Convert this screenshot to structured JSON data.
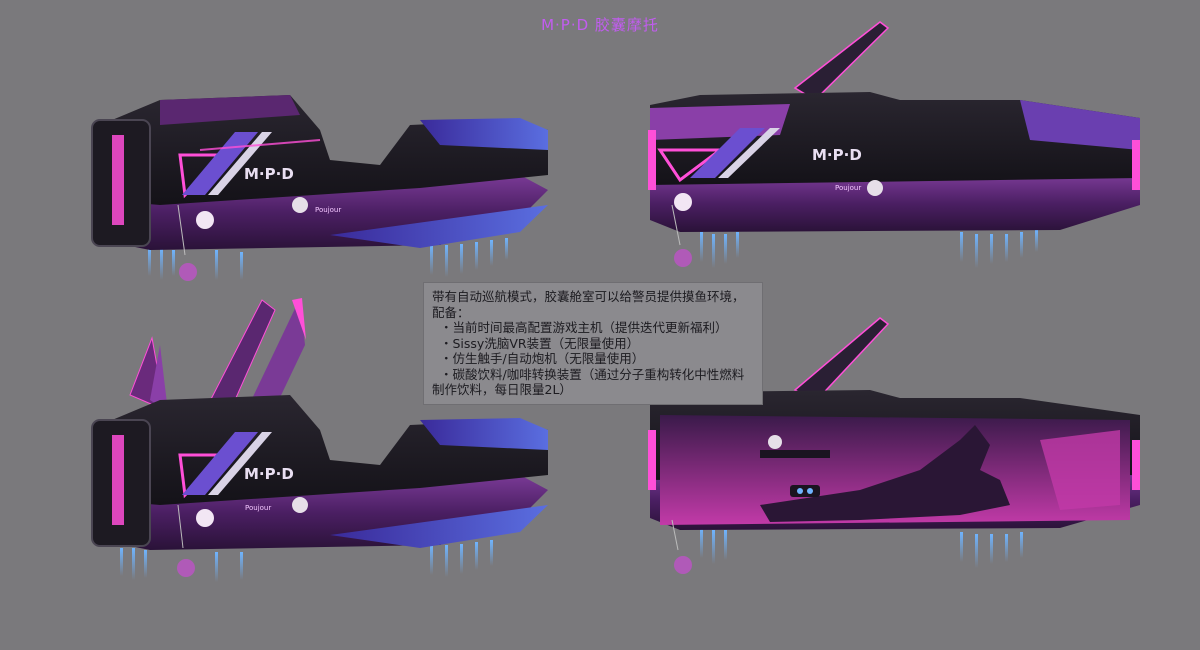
{
  "title": "M·P·D 胶囊摩托",
  "notes": {
    "intro_1": "带有自动巡航模式，胶囊舱室可以给警员提供摸鱼环境，",
    "intro_2": "配备：",
    "items": [
      "・当前时间最高配置游戏主机（提供迭代更新福利）",
      "・Sissy洗脑VR装置（无限量使用）",
      "・仿生触手/自动炮机（无限量使用）",
      "・碳酸饮料/咖啡转换装置（通过分子重构转化中性燃料"
    ],
    "item_cont": "制作饮料，每日限量2L）"
  },
  "vehicle": {
    "logo": "M·P·D",
    "sticker_text": "Poujour",
    "views": [
      "side-closed",
      "side-open-canopy",
      "side-open-wings",
      "cutaway-interior"
    ]
  },
  "colors": {
    "background": "#7a797c",
    "title": "#c25cf0",
    "hull_purple": "#5a2770",
    "neon_pink": "#ff4fd8",
    "thruster_blue": "#5aa8ff"
  }
}
